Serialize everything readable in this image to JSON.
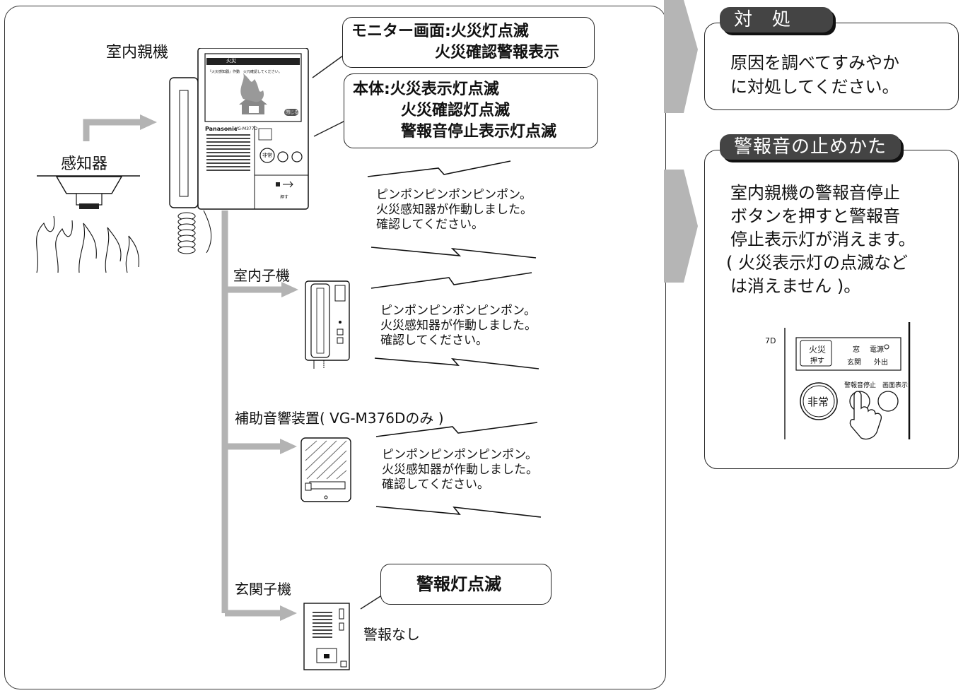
{
  "left": {
    "master_unit_label": "室内親機",
    "sensor_label": "感知器",
    "indoor_sub_label": "室内子機",
    "aux_sounder_label": "補助音響装置( VG-M376Dのみ )",
    "entrance_label": "玄関子機",
    "no_alarm_label": "警報なし"
  },
  "callouts": {
    "monitor": [
      "モニター画面:火災灯点滅",
      "火災確認警報表示"
    ],
    "body": [
      "本体:火災表示灯点滅",
      "火災確認灯点滅",
      "警報音停止表示灯点滅"
    ],
    "entrance": "警報灯点滅"
  },
  "sounds": {
    "master": [
      "ピンポンピンポンピンポン。",
      "火災感知器が作動しました。",
      "確認してください。"
    ],
    "indoor_sub": [
      "ピンポンピンポンピンポン。",
      "火災感知器が作動しました。",
      "確認してください。"
    ],
    "aux": [
      "ピンポンピンポンピンポン。",
      "火災感知器が作動しました。",
      "確認してください。"
    ]
  },
  "device_text": {
    "brand": "Panasonic",
    "model": "VG-M377D",
    "fire_badge": "火災",
    "screen_msg": "『火災感知器』作動　火元確認してください。",
    "close_btn": "閉じる",
    "emergency": "非常",
    "push": "押す"
  },
  "right": {
    "action_title": "対　処",
    "action_body": [
      "原因を調べてすみやか",
      "に対処してください。"
    ],
    "stop_title": "警報音の止めかた",
    "stop_body": [
      "室内親機の警報音停止",
      "ボタンを押すと警報音",
      "停止表示灯が消えます。",
      "( 火災表示灯の点滅など",
      "は消えません )。"
    ]
  },
  "panel_detail": {
    "model_frag": "7D",
    "fire": "火災",
    "push": "押す",
    "window": "窓",
    "entrance": "玄関",
    "power": "電源",
    "out": "外出",
    "alarm_stop": "警報音停止",
    "screen_display": "画面表示",
    "emergency": "非常"
  }
}
